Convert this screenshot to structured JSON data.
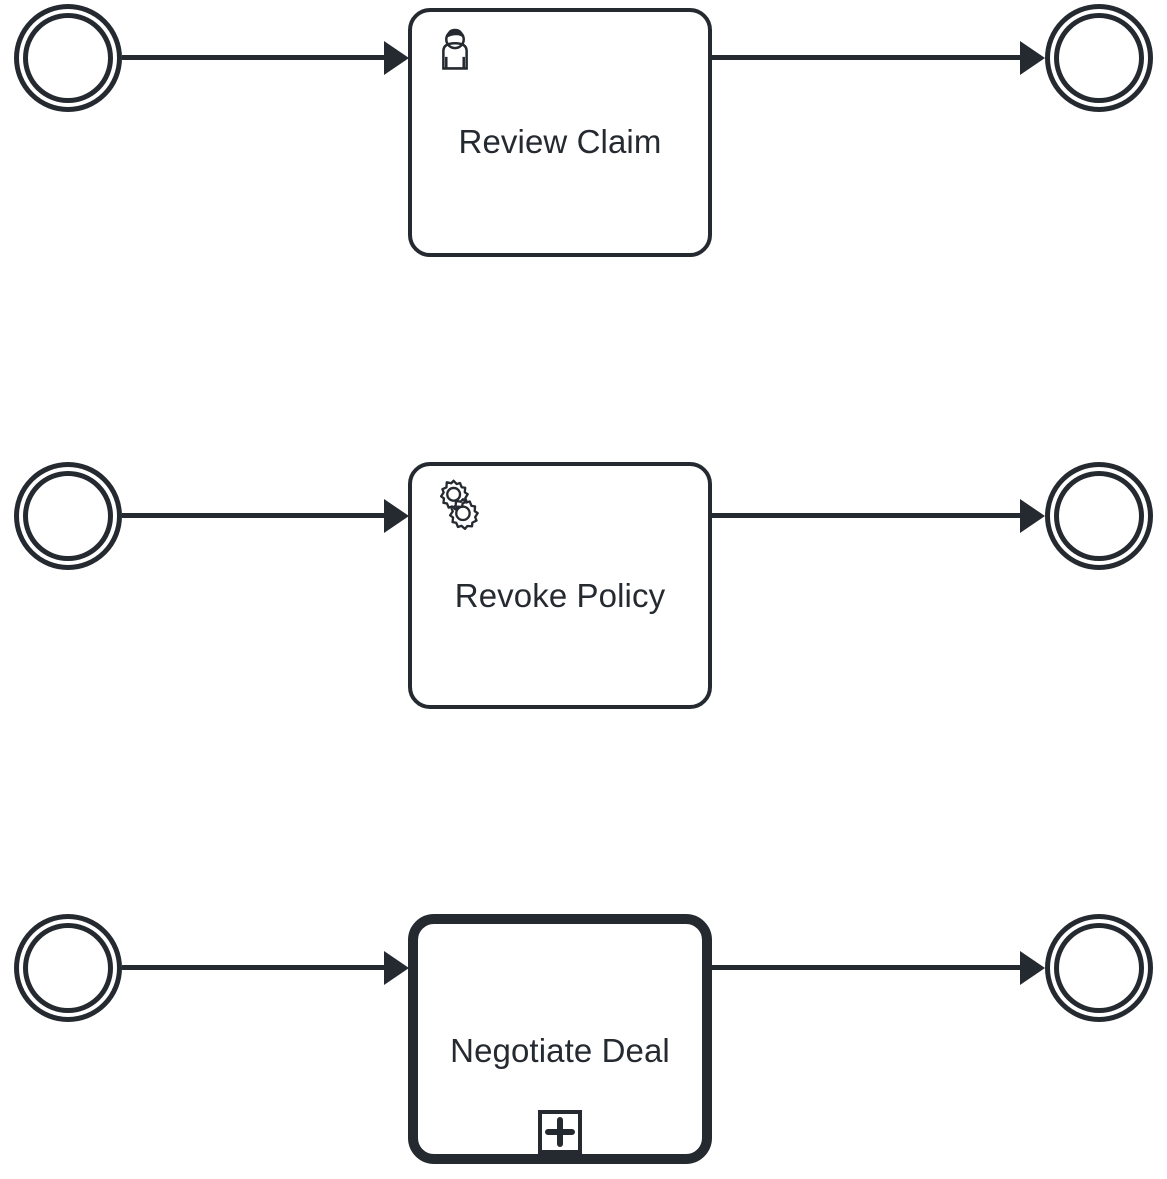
{
  "diagram": {
    "notation": "BPMN",
    "background_color": "#ffffff",
    "stroke_color": "#252a31",
    "flows": [
      {
        "id": "flow-review-claim",
        "start_event": {
          "icon": "start-event-circle",
          "type": "double-ring-circle"
        },
        "activity": {
          "label": "Review Claim",
          "type": "user-task",
          "icon": "user-task-icon",
          "border_weight": "thin"
        },
        "end_event": {
          "icon": "end-event-circle",
          "type": "double-ring-circle"
        },
        "incoming_connector": "sequence-flow-arrow",
        "outgoing_connector": "sequence-flow-arrow"
      },
      {
        "id": "flow-revoke-policy",
        "start_event": {
          "icon": "start-event-circle",
          "type": "double-ring-circle"
        },
        "activity": {
          "label": "Revoke Policy",
          "type": "service-task",
          "icon": "service-task-gears-icon",
          "border_weight": "thin"
        },
        "end_event": {
          "icon": "end-event-circle",
          "type": "double-ring-circle"
        },
        "incoming_connector": "sequence-flow-arrow",
        "outgoing_connector": "sequence-flow-arrow"
      },
      {
        "id": "flow-negotiate-deal",
        "start_event": {
          "icon": "start-event-circle",
          "type": "double-ring-circle"
        },
        "activity": {
          "label": "Negotiate Deal",
          "type": "collapsed-subprocess",
          "icon": "",
          "marker": "collapsed-subprocess-plus-marker",
          "border_weight": "thick"
        },
        "end_event": {
          "icon": "end-event-circle",
          "type": "double-ring-circle"
        },
        "incoming_connector": "sequence-flow-arrow",
        "outgoing_connector": "sequence-flow-arrow"
      }
    ]
  }
}
